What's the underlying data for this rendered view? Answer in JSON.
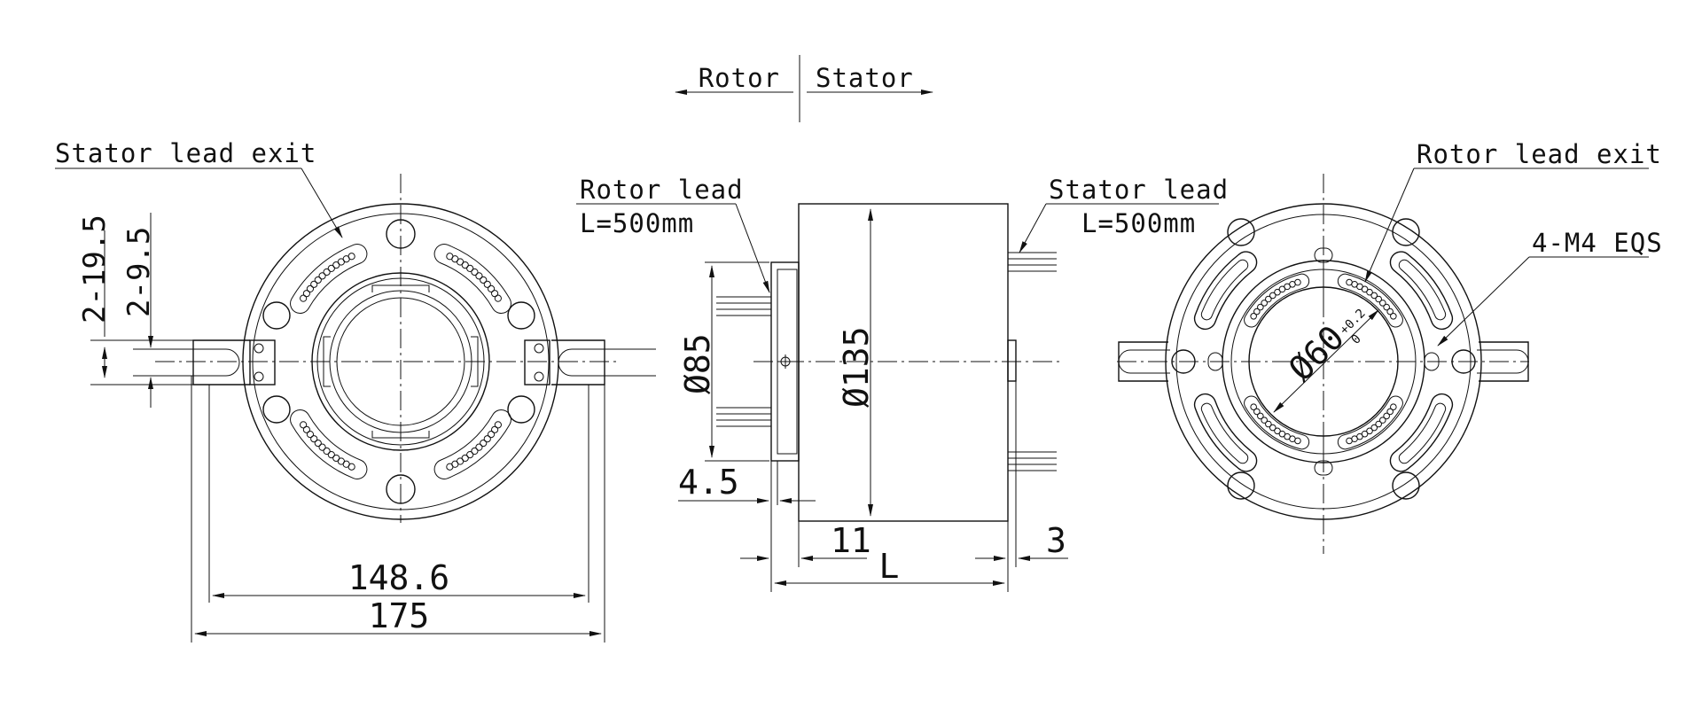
{
  "header": {
    "rotor": "Rotor",
    "stator": "Stator"
  },
  "left_view": {
    "stator_lead_exit": "Stator lead exit",
    "dim_slot_outer": "2-19.5",
    "dim_slot_inner": "2-9.5",
    "dim_hole_spacing": "148.6",
    "dim_tab_length": "175"
  },
  "side_view": {
    "rotor_lead": "Rotor lead",
    "rotor_lead_length": "L=500mm",
    "stator_lead": "Stator lead",
    "stator_lead_length": "L=500mm",
    "dim_flange_dia": "Ø85",
    "dim_body_dia": "Ø135",
    "dim_flange_thk": "4.5",
    "dim_offset": "11",
    "dim_length": "L",
    "dim_shoulder": "3"
  },
  "right_view": {
    "rotor_lead_exit": "Rotor lead exit",
    "holes": "4-M4 EQS",
    "bore": "Ø60",
    "tol_upper": "+0.2",
    "tol_lower": "0"
  }
}
